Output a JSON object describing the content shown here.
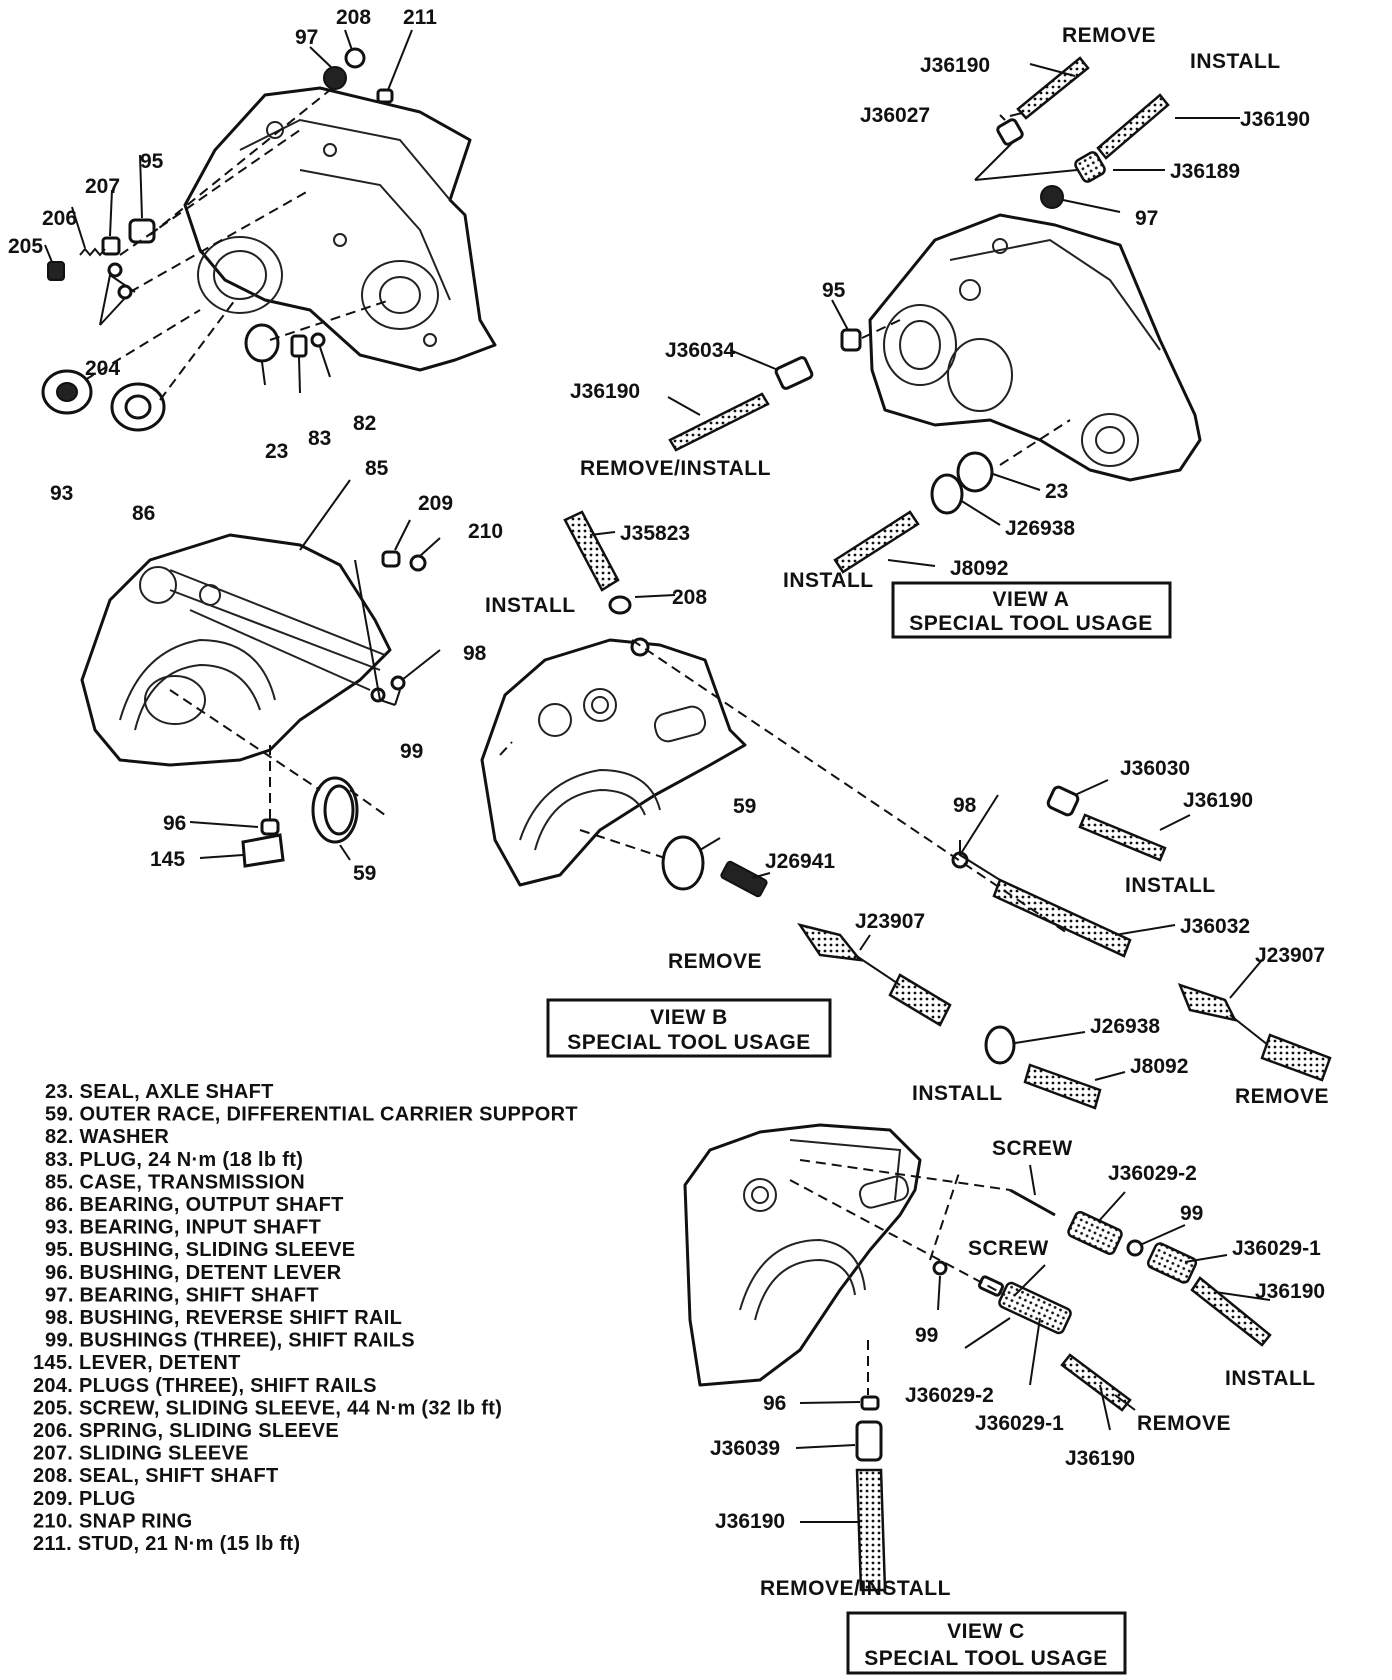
{
  "callouts": {
    "c208_top": "208",
    "c211": "211",
    "c97_top": "97",
    "c95_left": "95",
    "c207": "207",
    "c206": "206",
    "c205": "205",
    "c204": "204",
    "c23_left": "23",
    "c83": "83",
    "c82": "82",
    "c93": "93",
    "c86": "86",
    "c85_a": "85",
    "c209": "209",
    "c210": "210",
    "c98_a": "98",
    "c99_a": "99",
    "c96_a": "96",
    "c145": "145",
    "c59_a": "59",
    "c97_va": "97",
    "c95_va": "95",
    "c23_va": "23",
    "c208_vb": "208",
    "c59_vb": "59",
    "c98_vb": "98",
    "c99_vc_a": "99",
    "c99_vc_b": "99",
    "c96_vc": "96"
  },
  "tools": {
    "t_j36190_va1": "J36190",
    "t_j36190_va2": "J36190",
    "t_j36027": "J36027",
    "t_j36189": "J36189",
    "t_j36034": "J36034",
    "t_j36190_va3": "J36190",
    "t_j26938_va": "J26938",
    "t_j8092_va": "J8092",
    "t_j35823": "J35823",
    "t_j36030": "J36030",
    "t_j36190_vb": "J36190",
    "t_j26941": "J26941",
    "t_j23907_a": "J23907",
    "t_j36032": "J36032",
    "t_j23907_b": "J23907",
    "t_j26938_vb": "J26938",
    "t_j8092_vb": "J8092",
    "t_j36029_2_a": "J36029-2",
    "t_j36029_1_a": "J36029-1",
    "t_j36190_vc1": "J36190",
    "t_j36029_2_b": "J36029-2",
    "t_j36029_1_b": "J36029-1",
    "t_j36190_vc2": "J36190",
    "t_j36039": "J36039",
    "t_j36190_vc3": "J36190"
  },
  "words": {
    "w_remove_va": "REMOVE",
    "w_install_va": "INSTALL",
    "w_removeinstall_va": "REMOVE/INSTALL",
    "w_install_va2": "INSTALL",
    "w_install_vb1": "INSTALL",
    "w_install_vb2": "INSTALL",
    "w_remove_vb1": "REMOVE",
    "w_install_vb3": "INSTALL",
    "w_remove_vb2": "REMOVE",
    "w_screw_1": "SCREW",
    "w_screw_2": "SCREW",
    "w_install_vc": "INSTALL",
    "w_remove_vc": "REMOVE",
    "w_removeinstall_vc": "REMOVE/INSTALL"
  },
  "views": {
    "view_a": {
      "line1": "VIEW A",
      "line2": "SPECIAL TOOL USAGE"
    },
    "view_b": {
      "line1": "VIEW B",
      "line2": "SPECIAL TOOL USAGE"
    },
    "view_c": {
      "line1": "VIEW C",
      "line2": "SPECIAL TOOL USAGE"
    }
  },
  "legend": [
    "23. SEAL, AXLE SHAFT",
    "59. OUTER RACE, DIFFERENTIAL CARRIER SUPPORT",
    "82. WASHER",
    "83. PLUG, 24 N·m (18 lb ft)",
    "85. CASE, TRANSMISSION",
    "86. BEARING, OUTPUT SHAFT",
    "93. BEARING, INPUT SHAFT",
    "95. BUSHING, SLIDING SLEEVE",
    "96. BUSHING, DETENT LEVER",
    "97. BEARING, SHIFT SHAFT",
    "98. BUSHING, REVERSE SHIFT RAIL",
    "99. BUSHINGS (THREE), SHIFT RAILS",
    "145. LEVER, DETENT",
    "204. PLUGS (THREE), SHIFT RAILS",
    "205. SCREW, SLIDING SLEEVE, 44 N·m (32 lb ft)",
    "206. SPRING, SLIDING SLEEVE",
    "207. SLIDING SLEEVE",
    "208. SEAL, SHIFT SHAFT",
    "209. PLUG",
    "210. SNAP RING",
    "211. STUD, 21 N·m (15 lb ft)"
  ]
}
